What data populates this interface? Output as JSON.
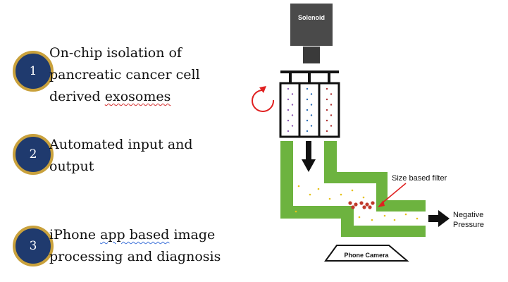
{
  "steps": [
    {
      "number": "1",
      "line1": "On-chip isolation of",
      "line2": "pancreatic cancer cell",
      "line3_a": "derived ",
      "line3_b": "exosomes"
    },
    {
      "number": "2",
      "line1": "Automated input and",
      "line2": "output"
    },
    {
      "number": "3",
      "line1_a": "iPhone ",
      "line1_b": "app based",
      "line1_c": " image",
      "line2": "processing and diagnosis"
    }
  ],
  "diagram": {
    "solenoid_label": "Solenoid",
    "filter_label": "Size based filter",
    "pressure_label_1": "Negative",
    "pressure_label_2": "Pressure",
    "camera_label": "Phone Camera"
  },
  "colors": {
    "circle_fill": "#1f3a6e",
    "circle_border": "#c9a13c",
    "channel_green": "#6db33f",
    "rotation_arrow": "#e02020",
    "particle_yellow": "#e6c21a",
    "filter_particles": "#c0392b"
  }
}
